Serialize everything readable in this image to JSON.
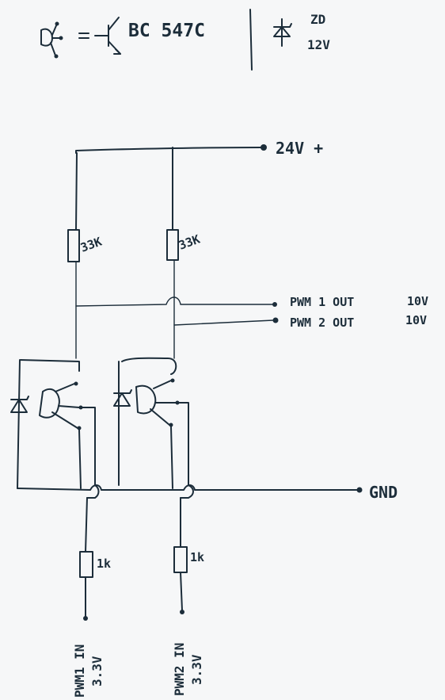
{
  "legend": {
    "transistor_model": "BC 547C",
    "zener_line1": "ZD",
    "zener_line2": "12V"
  },
  "labels": {
    "supply": "24V +",
    "pwm1_out": "PWM 1 OUT",
    "pwm1_out_voltage": "10V",
    "pwm2_out": "PWM 2 OUT",
    "pwm2_out_voltage": "10V",
    "gnd": "GND",
    "r1": "33K",
    "r2": "33K",
    "r3": "1k",
    "r4": "1k",
    "pwm1_in": "PWM1 IN",
    "pwm1_in_voltage": "3.3V",
    "pwm2_in": "PWM2 IN",
    "pwm2_in_voltage": "3.3V"
  },
  "colors": {
    "ink": "#1c2d3a",
    "paper": "#f6f7f8"
  }
}
